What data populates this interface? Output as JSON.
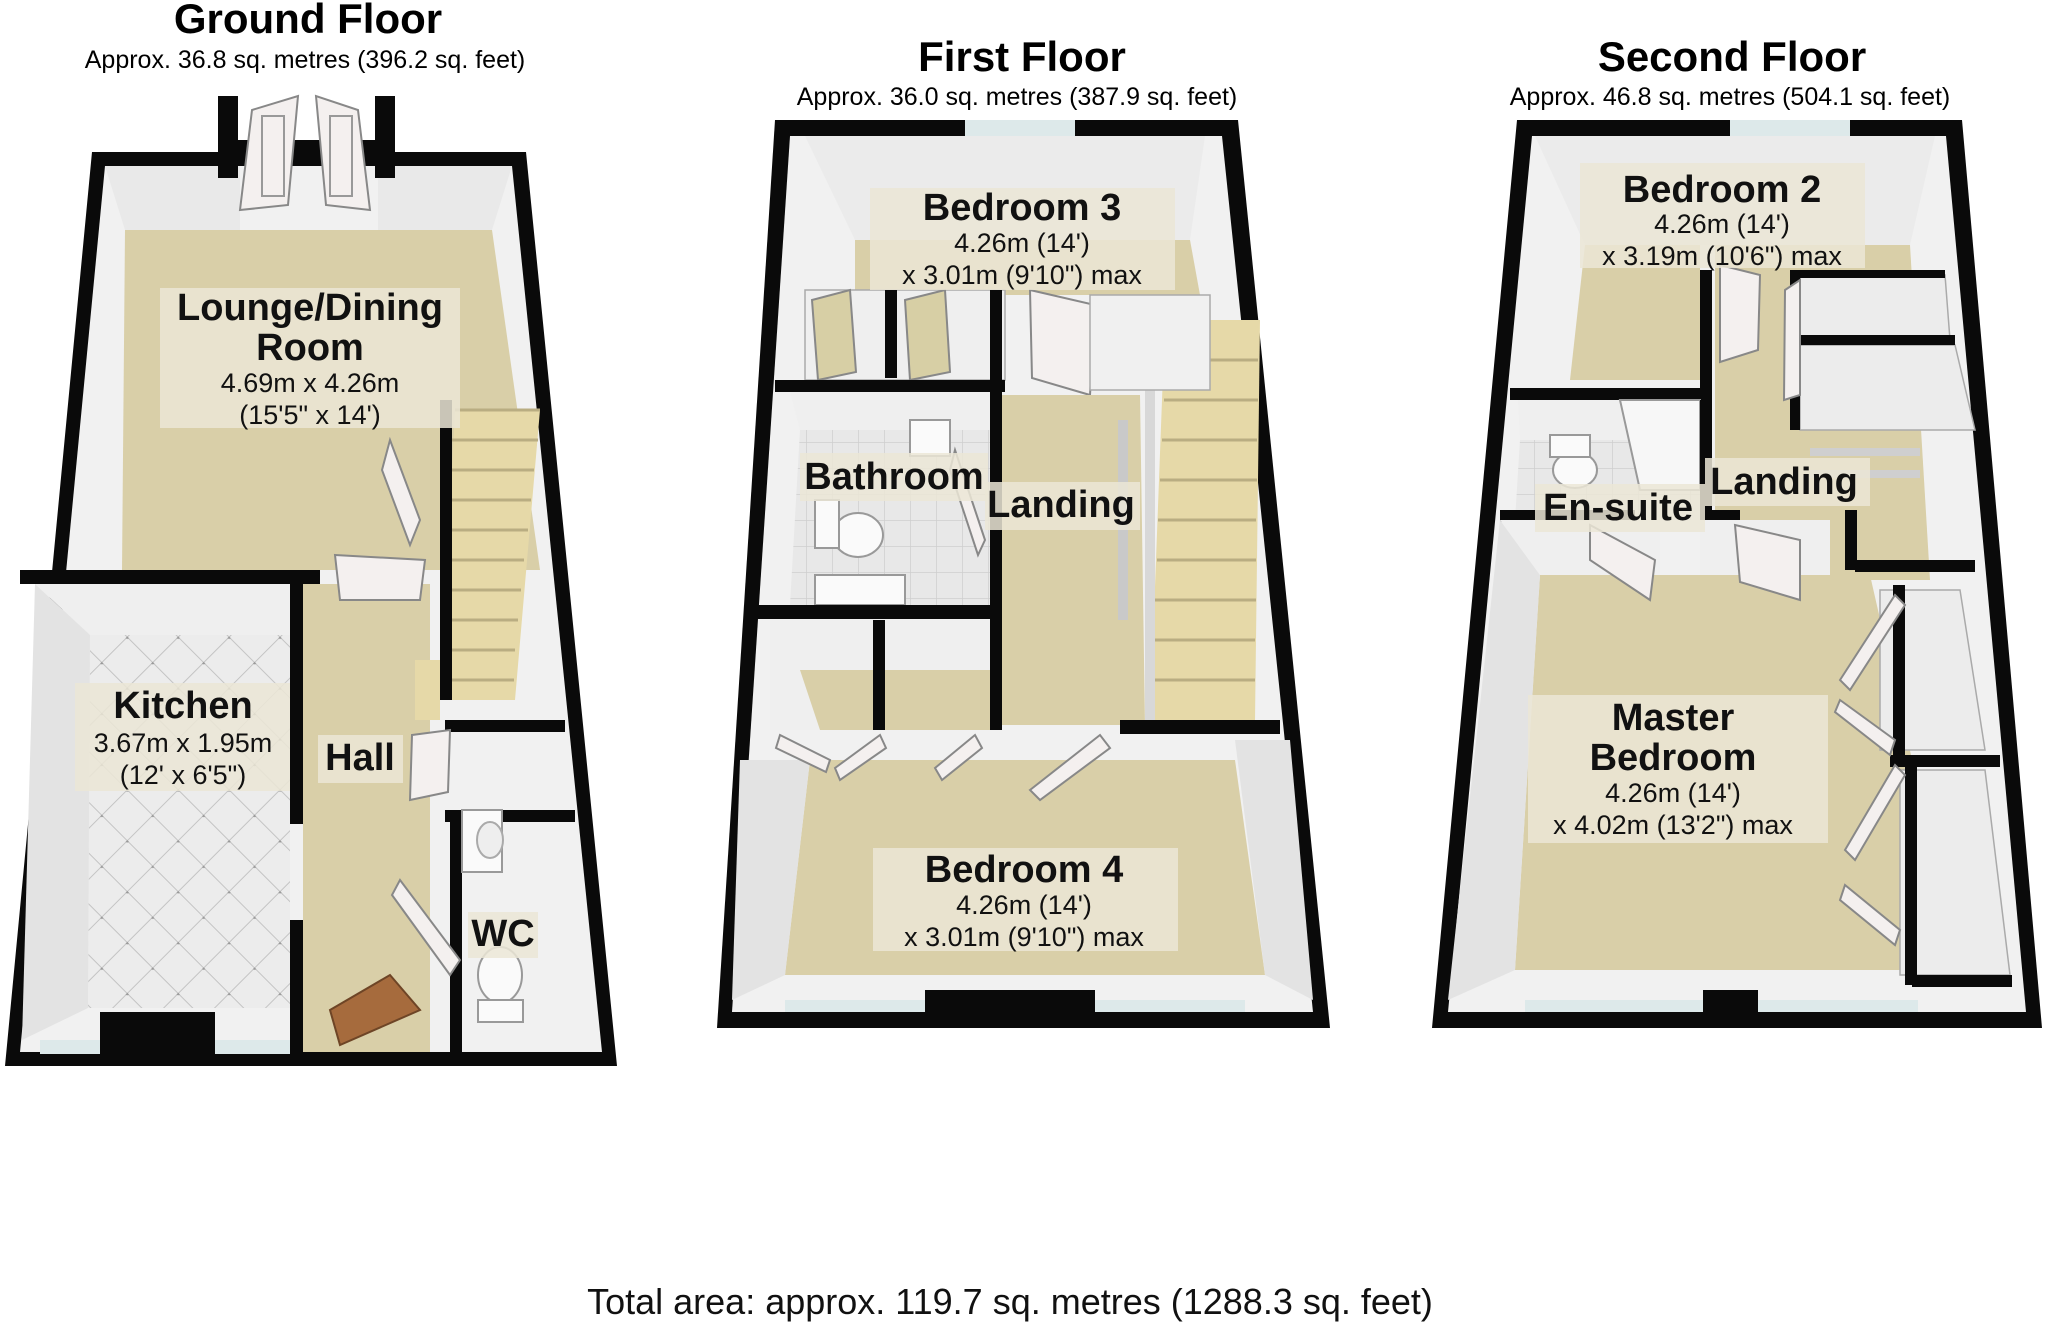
{
  "floors": {
    "ground": {
      "title": "Ground Floor",
      "area": "Approx. 36.8 sq. metres (396.2 sq. feet)",
      "rooms": {
        "lounge": {
          "name1": "Lounge/Dining",
          "name2": "Room",
          "dim1": "4.69m x 4.26m",
          "dim2": "(15'5\" x 14')"
        },
        "kitchen": {
          "name": "Kitchen",
          "dim1": "3.67m x 1.95m",
          "dim2": "(12' x 6'5\")"
        },
        "hall": {
          "name": "Hall"
        },
        "wc": {
          "name": "WC"
        }
      }
    },
    "first": {
      "title": "First Floor",
      "area": "Approx. 36.0 sq. metres (387.9 sq. feet)",
      "rooms": {
        "bedroom3": {
          "name": "Bedroom 3",
          "dim1": "4.26m (14')",
          "dim2": "x 3.01m (9'10\") max"
        },
        "bathroom": {
          "name": "Bathroom"
        },
        "landing": {
          "name": "Landing"
        },
        "bedroom4": {
          "name": "Bedroom 4",
          "dim1": "4.26m (14')",
          "dim2": "x 3.01m (9'10\") max"
        }
      }
    },
    "second": {
      "title": "Second Floor",
      "area": "Approx. 46.8 sq. metres (504.1 sq. feet)",
      "rooms": {
        "bedroom2": {
          "name": "Bedroom 2",
          "dim1": "4.26m (14')",
          "dim2": "x 3.19m (10'6\") max"
        },
        "ensuite": {
          "name": "En-suite"
        },
        "landing": {
          "name": "Landing"
        },
        "master": {
          "name1": "Master",
          "name2": "Bedroom",
          "dim1": "4.26m (14')",
          "dim2": "x 4.02m (13'2\") max"
        }
      }
    }
  },
  "total": "Total area: approx. 119.7 sq. metres (1288.3 sq. feet)",
  "colors": {
    "wall": "#0a0a0a",
    "carpet": "#d9cfa8",
    "wall_face": "#f2f2f2",
    "tile": "#e6e6e6",
    "stairs": "#e6d9a8",
    "door": "#f4f0ef",
    "label_bg": "#ebe6d6",
    "window": "#dde9ea"
  }
}
